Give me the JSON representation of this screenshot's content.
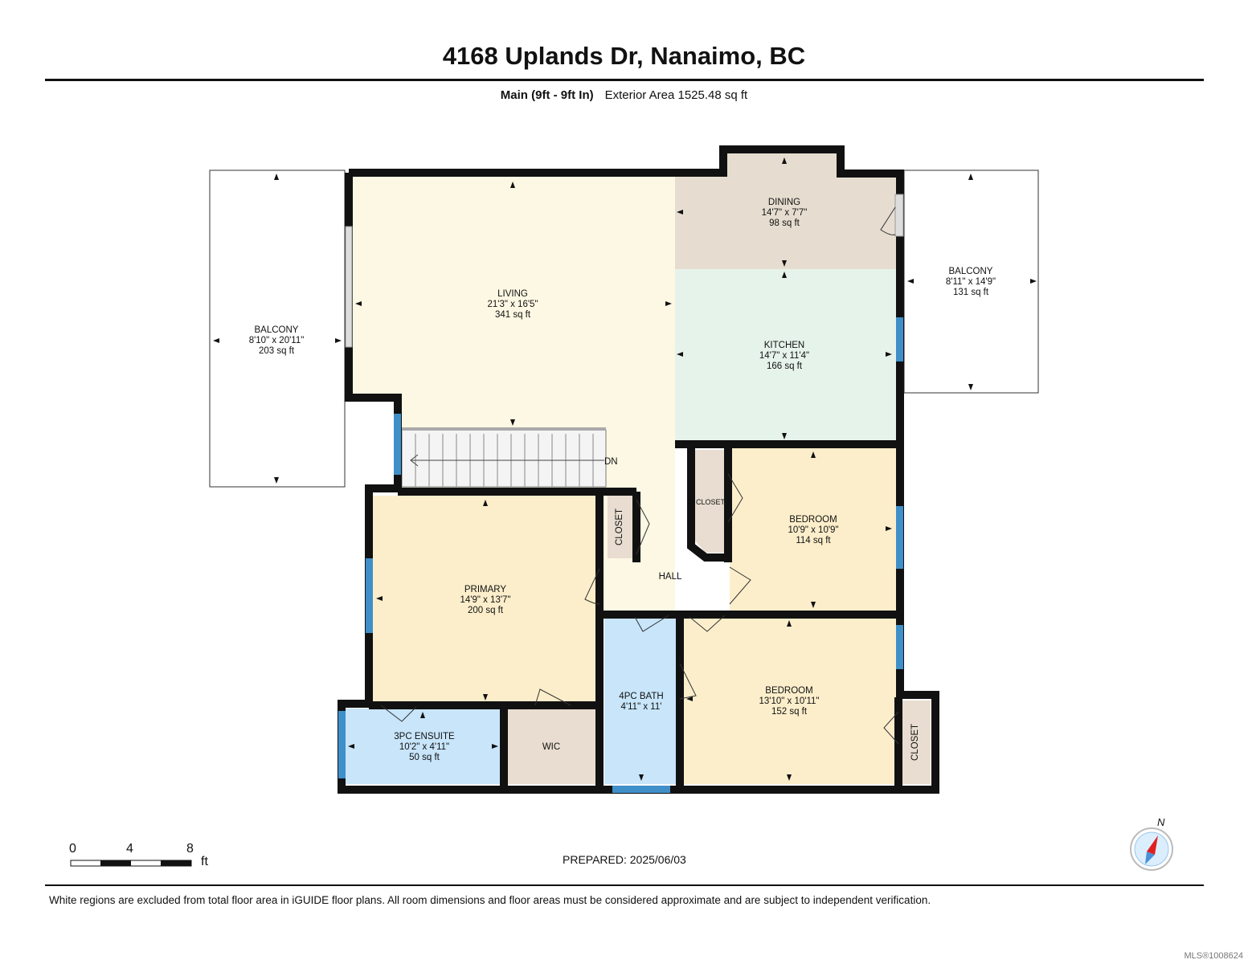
{
  "header": {
    "title": "4168 Uplands Dr, Nanaimo, BC",
    "level": "Main (9ft - 9ft In)",
    "area": "Exterior Area 1525.48 sq ft"
  },
  "rooms": {
    "living": {
      "name": "LIVING",
      "dims": "21'3\" x 16'5\"",
      "area": "341 sq ft"
    },
    "dining": {
      "name": "DINING",
      "dims": "14'7\" x 7'7\"",
      "area": "98 sq ft"
    },
    "kitchen": {
      "name": "KITCHEN",
      "dims": "14'7\" x 11'4\"",
      "area": "166 sq ft"
    },
    "balcony_w": {
      "name": "BALCONY",
      "dims": "8'10\" x 20'11\"",
      "area": "203 sq ft"
    },
    "balcony_e": {
      "name": "BALCONY",
      "dims": "8'11\" x 14'9\"",
      "area": "131 sq ft"
    },
    "primary": {
      "name": "PRIMARY",
      "dims": "14'9\" x 13'7\"",
      "area": "200 sq ft"
    },
    "bedroom1": {
      "name": "BEDROOM",
      "dims": "10'9\" x 10'9\"",
      "area": "114 sq ft"
    },
    "bedroom2": {
      "name": "BEDROOM",
      "dims": "13'10\" x 10'11\"",
      "area": "152 sq ft"
    },
    "ensuite": {
      "name": "3PC ENSUITE",
      "dims": "10'2\" x 4'11\"",
      "area": "50 sq ft"
    },
    "bath": {
      "name": "4PC BATH",
      "dims": "4'11\" x 11'"
    },
    "wic": {
      "name": "WIC"
    },
    "hall": {
      "name": "HALL"
    },
    "closet_label": "CLOSET",
    "stairs_label": "DN"
  },
  "scale": {
    "labels": [
      "0",
      "4",
      "8"
    ],
    "unit": "ft"
  },
  "compass": {
    "label": "N",
    "icon": "compass-icon"
  },
  "footer": {
    "prepared": "PREPARED: 2025/06/03",
    "disclaimer": "White regions are excluded from total floor area in iGUIDE floor plans. All room dimensions and floor areas must be considered approximate and are subject to independent verification.",
    "mls": "MLS®1008624"
  },
  "colors": {
    "living": "#fdf8e3",
    "dining": "#e6ddd0",
    "kitchen": "#e6f3ea",
    "bedroom": "#fdeecb",
    "bath": "#c8e5fa",
    "closet": "#e8ddd0",
    "wall": "#111111",
    "window": "#3f8fc9"
  }
}
